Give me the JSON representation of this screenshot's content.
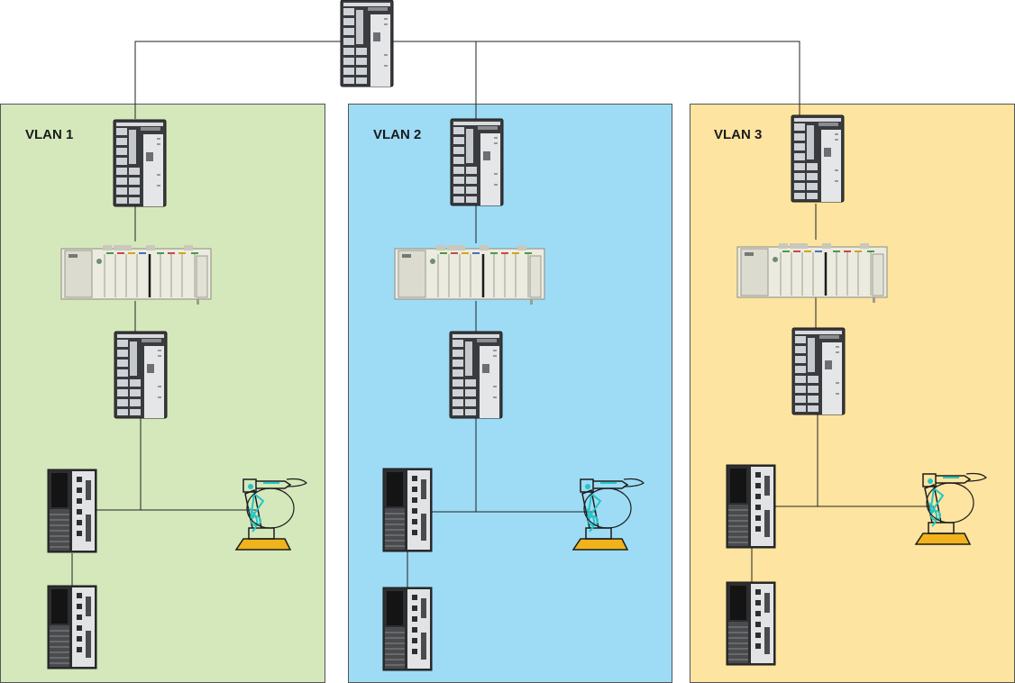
{
  "colors": {
    "vlan1_fill": "#d5e8bc",
    "vlan2_fill": "#9edcf6",
    "vlan3_fill": "#fde4a0",
    "switch_body": "#3a3b3e",
    "port": "#cfd2d6",
    "plc_body": "#ecebdf",
    "server_body": "#2d2e30",
    "robot_outline": "#1c1c1c",
    "robot_accent": "#28c4c4",
    "robot_base": "#f0b31c",
    "line": "#222222"
  },
  "core_switch": {
    "icon": "industrial-switch-icon"
  },
  "vlans": [
    {
      "label": "VLAN 1",
      "devices": [
        "industrial-switch-icon",
        "plc-chassis-icon",
        "industrial-switch-icon",
        "server-tower-icon",
        "robot-arm-icon",
        "server-tower-icon"
      ]
    },
    {
      "label": "VLAN 2",
      "devices": [
        "industrial-switch-icon",
        "plc-chassis-icon",
        "industrial-switch-icon",
        "server-tower-icon",
        "robot-arm-icon",
        "server-tower-icon"
      ]
    },
    {
      "label": "VLAN 3",
      "devices": [
        "industrial-switch-icon",
        "plc-chassis-icon",
        "industrial-switch-icon",
        "server-tower-icon",
        "robot-arm-icon",
        "server-tower-icon"
      ]
    }
  ]
}
